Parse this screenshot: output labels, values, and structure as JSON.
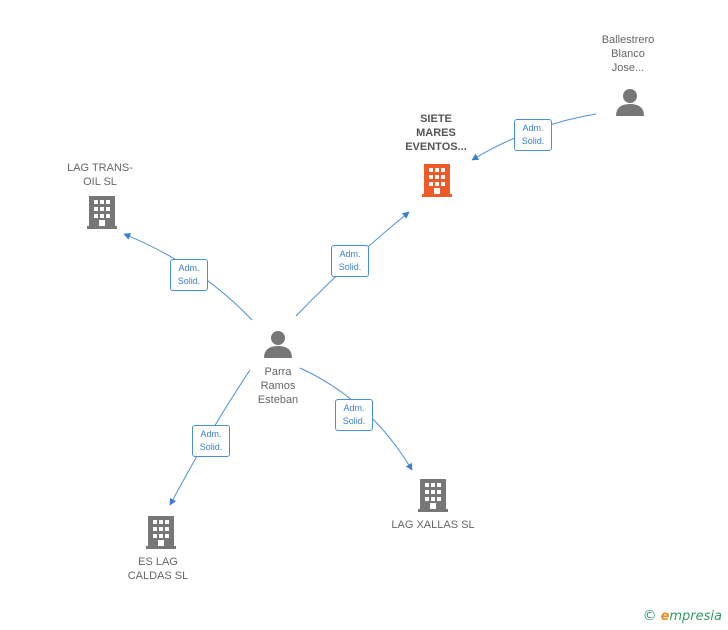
{
  "nodes": {
    "ballestrero": {
      "label": "Ballestrero\nBlanco\nJose..."
    },
    "siete": {
      "label": "SIETE\nMARES\nEVENTOS..."
    },
    "lag_trans": {
      "label": "LAG TRANS-\nOIL  SL"
    },
    "parra": {
      "label": "Parra\nRamos\nEsteban"
    },
    "es_lag": {
      "label": "ES LAG\nCALDAS  SL"
    },
    "lag_xallas": {
      "label": "LAG XALLAS SL"
    }
  },
  "edges": [
    {
      "line1": "Adm.",
      "line2": "Solid."
    },
    {
      "line1": "Adm.",
      "line2": "Solid."
    },
    {
      "line1": "Adm.",
      "line2": "Solid."
    },
    {
      "line1": "Adm.",
      "line2": "Solid."
    },
    {
      "line1": "Adm.",
      "line2": "Solid."
    }
  ],
  "colors": {
    "edge": "#4a90d9",
    "company": "#777777",
    "company_highlight": "#f05a28",
    "person": "#777777"
  },
  "brand": {
    "copyright": "©",
    "e": "e",
    "name_rest": "mpresia"
  }
}
